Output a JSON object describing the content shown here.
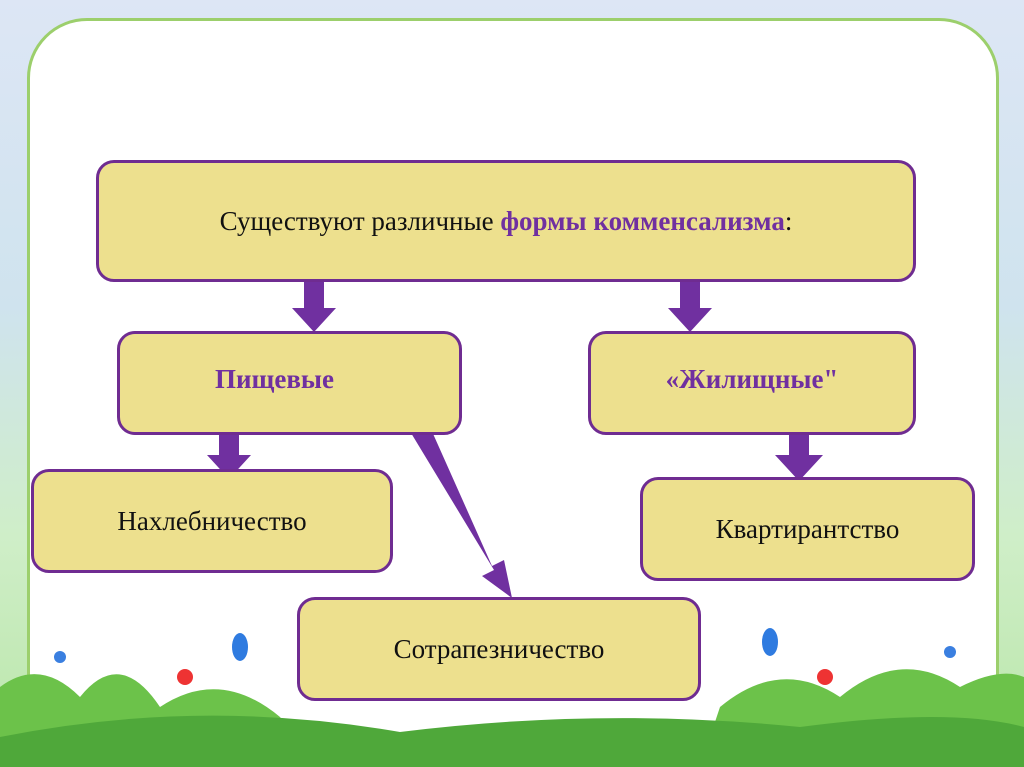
{
  "title": {
    "prefix": "Существуют различные ",
    "highlight": "формы комменсализма",
    "suffix": ":"
  },
  "level1": [
    {
      "label": "Пищевые"
    },
    {
      "label": "«Жилищные\""
    }
  ],
  "level2": [
    {
      "label": "Нахлебничество"
    },
    {
      "label": "Квартирантство"
    },
    {
      "label": "Сотрапезничество"
    }
  ],
  "colors": {
    "box_fill": "#ede08e",
    "border": "#6f2c91",
    "arrow": "#7030a0"
  }
}
